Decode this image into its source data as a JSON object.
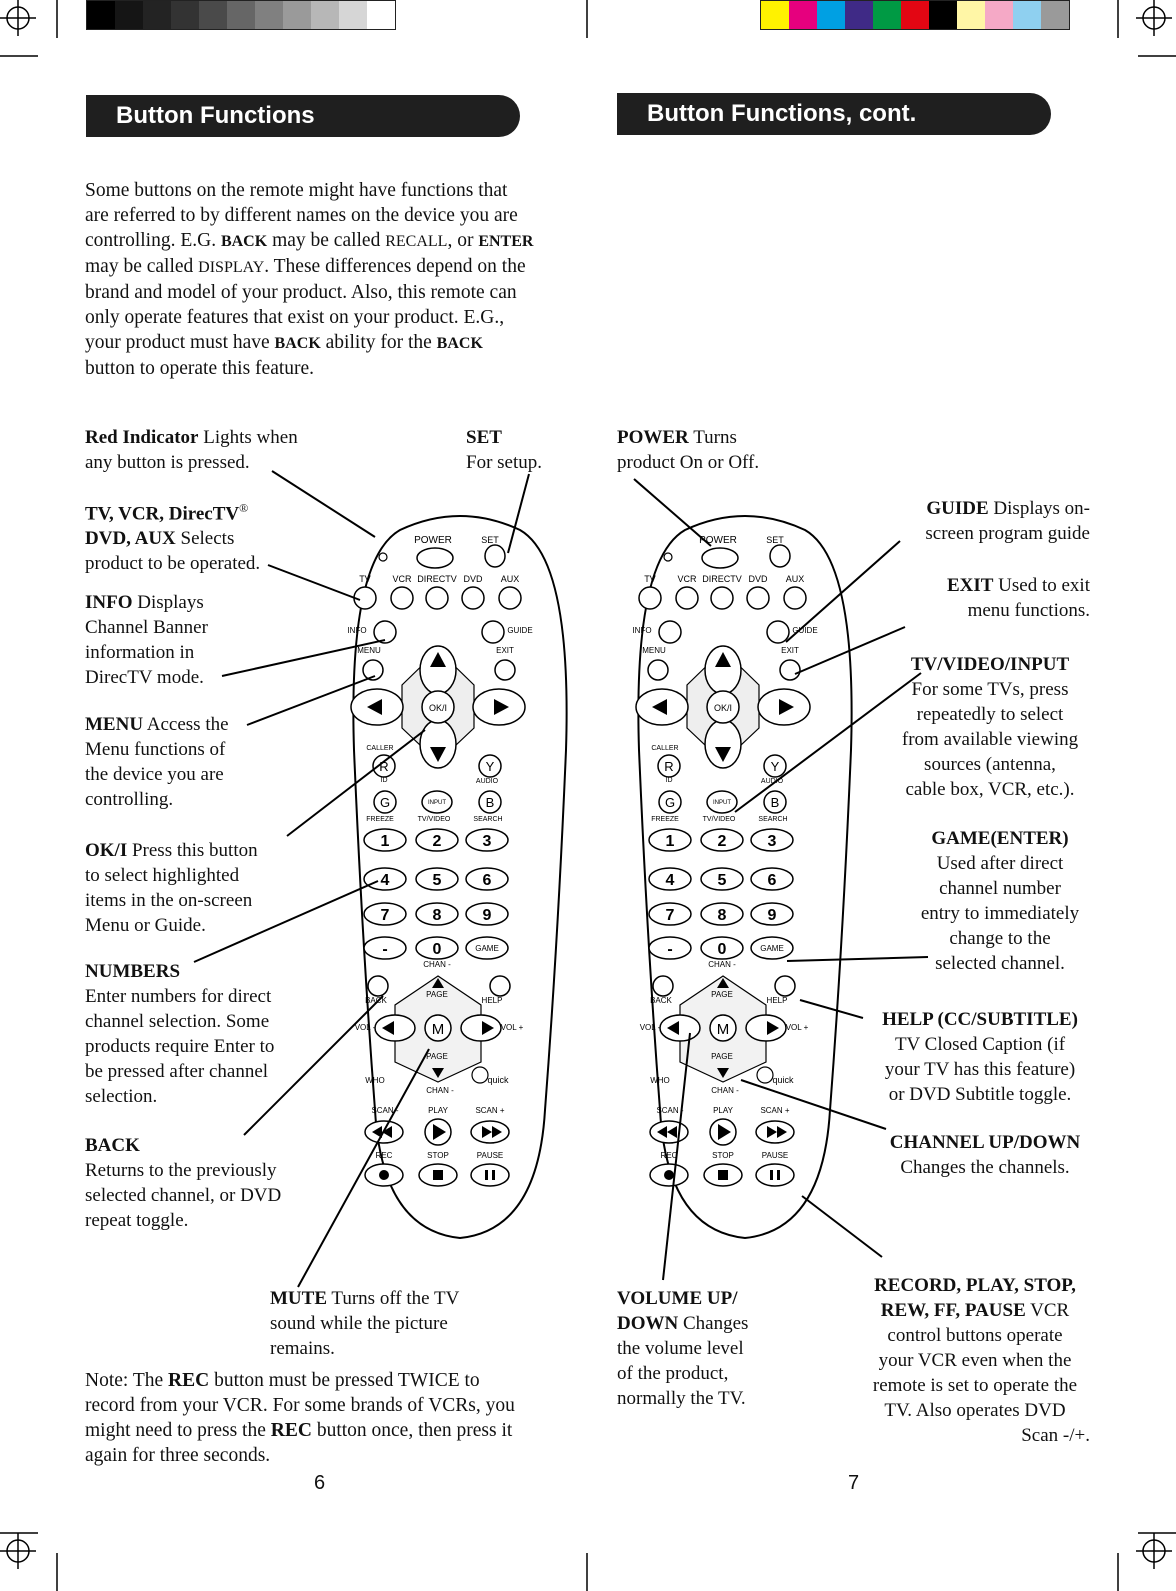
{
  "color_bars": {
    "grayscale": [
      "#000000",
      "#151515",
      "#232323",
      "#333333",
      "#4a4a4a",
      "#666666",
      "#808080",
      "#9a9a9a",
      "#b7b7b7",
      "#d6d6d6",
      "#ffffff"
    ],
    "process": [
      "#fff200",
      "#e6007e",
      "#00a0e3",
      "#3f2a86",
      "#009a44",
      "#e30613",
      "#000000",
      "#fff6a6",
      "#f5a9c6",
      "#8fd0f0",
      "#9a9a9a"
    ]
  },
  "left_page": {
    "header": "Button Functions",
    "page_number": "6",
    "intro": [
      "Some buttons on the remote might have functions that",
      "are referred to by different names on the device you are",
      "controlling. E.G. ",
      "BACK",
      " may be called ",
      "RECALL",
      ", or ",
      "ENTER",
      "may be called ",
      "DISPLAY",
      ". These differences depend on the",
      "brand and model of your product. Also, this remote can",
      "only operate features that exist on your product. E.G.,",
      "your product must have ",
      " ability for the ",
      "button to operate this feature."
    ],
    "labels": {
      "red_indicator": {
        "title": "Red Indicator",
        "text": " Lights when",
        "text2": "any button is pressed."
      },
      "set": {
        "title": "SET",
        "text": "For setup."
      },
      "device": {
        "title": "TV, VCR, DirecTV",
        "reg": "®",
        "title2": "DVD, AUX",
        "text": " Selects",
        "text2": "product to be operated."
      },
      "info": {
        "title": "INFO",
        "text": " Displays",
        "lines": [
          "Channel Banner",
          "information in",
          "DirecTV mode."
        ]
      },
      "menu": {
        "title": "MENU",
        "text": " Access the",
        "lines": [
          "Menu functions of",
          "the device you are",
          "controlling."
        ]
      },
      "ok": {
        "title": "OK/I",
        "text": " Press this button",
        "lines": [
          "to select highlighted",
          "items in the on-screen",
          "Menu or Guide."
        ]
      },
      "numbers": {
        "title": "NUMBERS",
        "lines": [
          "Enter numbers for direct",
          "channel selection. Some",
          "products require Enter to",
          "be pressed after channel",
          "selection."
        ]
      },
      "back": {
        "title": "BACK",
        "lines": [
          "Returns to the previously",
          "selected channel, or DVD",
          "repeat toggle."
        ]
      },
      "mute": {
        "title": "MUTE",
        "text": " Turns off the TV",
        "lines": [
          "sound while the picture",
          "remains."
        ]
      }
    },
    "note": {
      "l1a": "Note: The ",
      "rec": "REC",
      "l1b": " button must be pressed TWICE to",
      "l2": "record from your VCR. For some brands of VCRs, you",
      "l3a": "might need to press the ",
      "l3b": " button once, then press it",
      "l4": "again for three seconds."
    }
  },
  "right_page": {
    "header": "Button Functions, cont.",
    "page_number": "7",
    "labels": {
      "power": {
        "title": "POWER",
        "text": " Turns",
        "text2": "product On or Off."
      },
      "guide": {
        "title": "GUIDE",
        "text": " Displays on-",
        "text2": "screen program guide"
      },
      "exit": {
        "title": "EXIT",
        "text": " Used to exit",
        "text2": "menu functions."
      },
      "tvvideo": {
        "title": "TV/VIDEO/INPUT",
        "lines": [
          "For some TVs, press",
          "repeatedly to select",
          "from available viewing",
          "sources (antenna,",
          "cable box, VCR, etc.)."
        ]
      },
      "game": {
        "title": "GAME(ENTER)",
        "lines": [
          "Used after direct",
          "channel number",
          "entry to immediately",
          "change to the",
          "selected channel."
        ]
      },
      "help": {
        "title": "HELP (CC/SUBTITLE)",
        "lines": [
          "TV Closed Caption (if",
          "your TV has this feature)",
          "or DVD Subtitle toggle."
        ]
      },
      "channel": {
        "title": "CHANNEL UP/DOWN",
        "lines": [
          "Changes the channels."
        ]
      },
      "record": {
        "title1": "RECORD, PLAY, STOP,",
        "title2": "REW, FF, PAUSE",
        "text2": " VCR",
        "lines": [
          "control buttons operate",
          "your VCR even when the",
          "remote is set to operate the",
          "TV. Also operates DVD",
          "Scan -/+."
        ]
      },
      "volume": {
        "title1": "VOLUME UP/",
        "title2": "DOWN",
        "text2": " Changes",
        "lines": [
          "the volume level",
          "of the product,",
          "normally the TV."
        ]
      }
    }
  },
  "remote": {
    "power": "POWER",
    "set": "SET",
    "devices": [
      "TV",
      "VCR",
      "DIRECTV",
      "DVD",
      "AUX"
    ],
    "info": "INFO",
    "guide": "GUIDE",
    "menu": "MENU",
    "exit": "EXIT",
    "ok": "OK/I",
    "caller": "CALLER",
    "id": "ID",
    "audio": "AUDIO",
    "r": "R",
    "y": "Y",
    "g": "G",
    "b": "B",
    "input": "INPUT",
    "freeze": "FREEZE",
    "tvvideo": "TV/VIDEO",
    "search": "SEARCH",
    "digits": [
      "1",
      "2",
      "3",
      "4",
      "5",
      "6",
      "7",
      "8",
      "9",
      "-",
      "0"
    ],
    "game": "GAME",
    "chan_minus": "CHAN -",
    "back": "BACK",
    "help": "HELP",
    "page": "PAGE",
    "vol_minus": "VOL -",
    "vol_plus": "VOL +",
    "mute": "M",
    "who": "WHO",
    "quick": "quick",
    "chan2": "CHAN -",
    "scan_minus": "SCAN -",
    "play": "PLAY",
    "scan_plus": "SCAN +",
    "rec": "REC",
    "stop": "STOP",
    "pause": "PAUSE"
  }
}
